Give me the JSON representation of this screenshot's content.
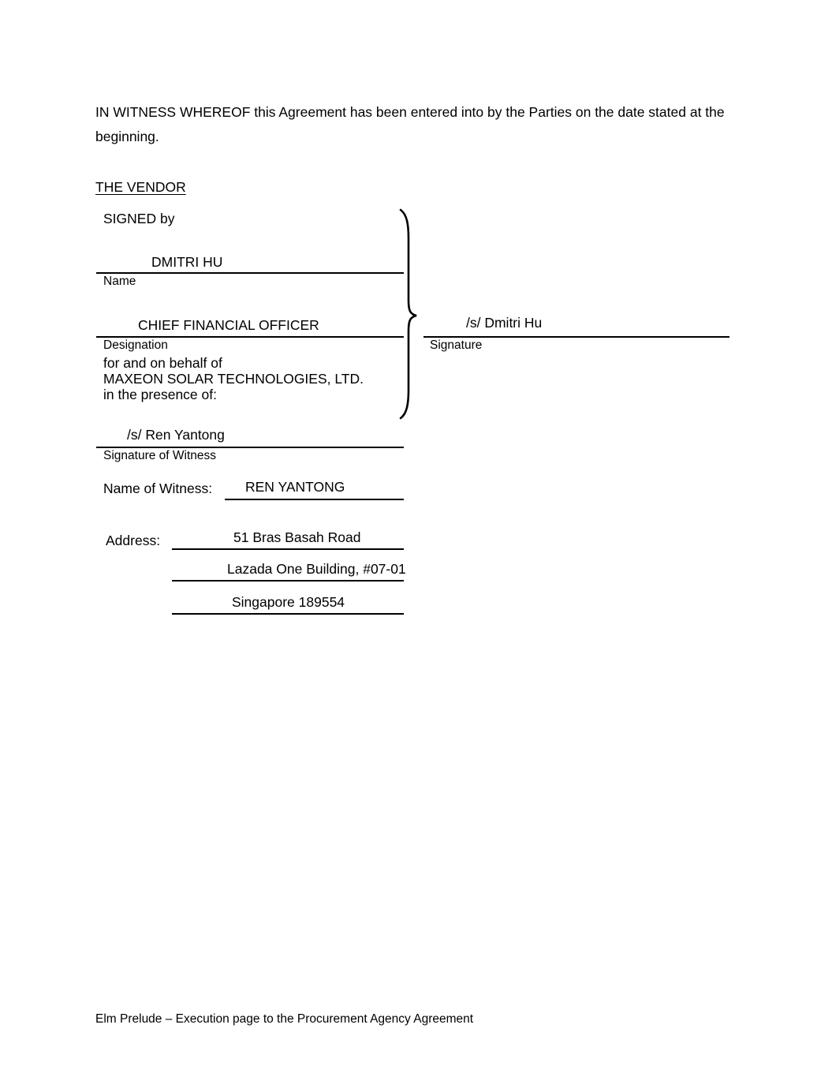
{
  "document": {
    "intro_paragraph_line1": "IN WITNESS WHEREOF this Agreement has been entered into by the Parties on the date stated at the",
    "intro_paragraph_line2": "beginning.",
    "vendor_heading": "THE VENDOR",
    "footer": "Elm Prelude – Execution page to the Procurement Agency Agreement"
  },
  "signature_block": {
    "signed_by_label": "SIGNED by",
    "name_value": "DMITRI HU",
    "name_label": "Name",
    "designation_value": "CHIEF FINANCIAL OFFICER",
    "designation_label": "Designation",
    "for_and_on_behalf_of": "for and on behalf of",
    "company_name": "MAXEON SOLAR TECHNOLOGIES, LTD.",
    "in_the_presence_of": "in the presence of:",
    "signature_value": "/s/ Dmitri Hu",
    "signature_label": "Signature"
  },
  "witness_block": {
    "witness_signature_value": "/s/ Ren Yantong",
    "witness_signature_label": "Signature of Witness",
    "witness_name_label": "Name of Witness:",
    "witness_name_value": "REN YANTONG",
    "address_label": "Address:",
    "address_line_1": "51 Bras Basah Road",
    "address_line_2": "Lazada One Building, #07-01",
    "address_line_3": "Singapore 189554"
  }
}
